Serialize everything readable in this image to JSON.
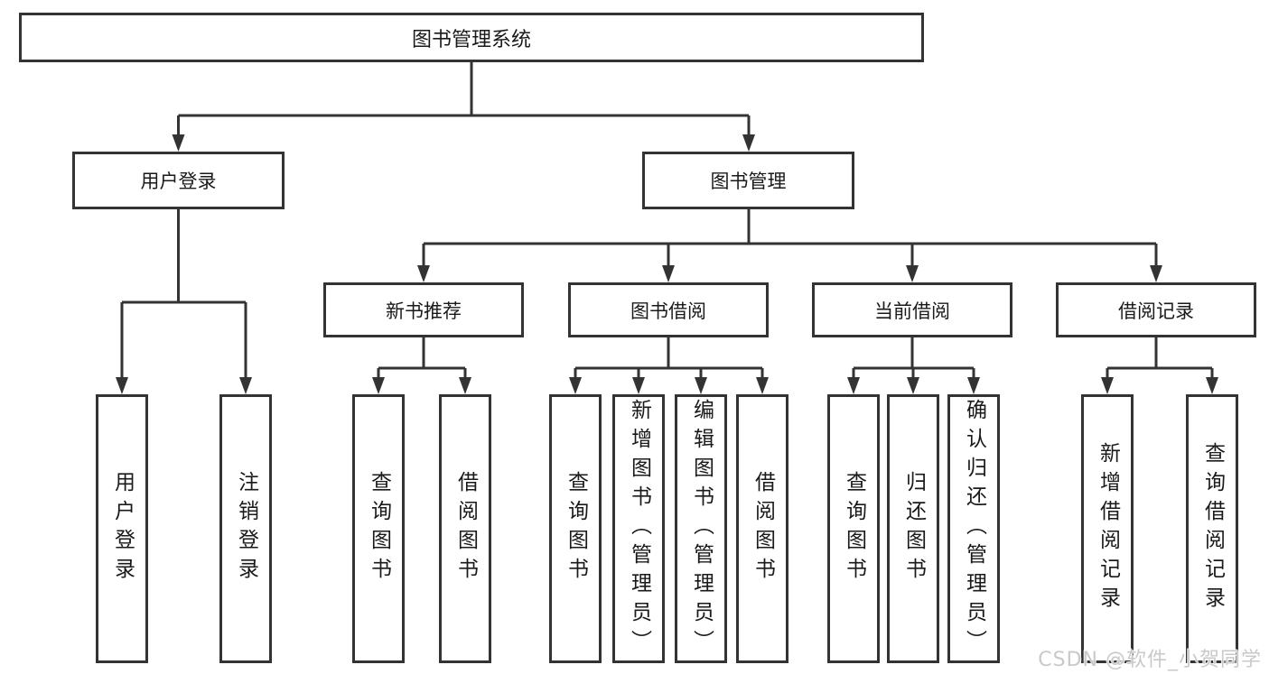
{
  "colors": {
    "background": "#ffffff",
    "line": "#333333",
    "box_border": "#333333",
    "text": "#1a1a1a",
    "watermark": "#c9c9c9"
  },
  "watermark": {
    "text": "CSDN @软件_小贺同学"
  },
  "tree": {
    "root": {
      "label": "图书管理系统"
    },
    "branches": [
      {
        "label": "用户登录",
        "children": [
          {
            "label": "用户登录"
          },
          {
            "label": "注销登录"
          }
        ]
      },
      {
        "label": "图书管理",
        "sections": [
          {
            "label": "新书推荐",
            "children": [
              {
                "label": "查询图书"
              },
              {
                "label": "借阅图书"
              }
            ]
          },
          {
            "label": "图书借阅",
            "children": [
              {
                "label": "查询图书"
              },
              {
                "label": "新增图书（管理员）"
              },
              {
                "label": "编辑图书（管理员）"
              },
              {
                "label": "借阅图书"
              }
            ]
          },
          {
            "label": "当前借阅",
            "children": [
              {
                "label": "查询图书"
              },
              {
                "label": "归还图书"
              },
              {
                "label": "确认归还（管理员）"
              }
            ]
          },
          {
            "label": "借阅记录",
            "children": [
              {
                "label": "新增借阅记录"
              },
              {
                "label": "查询借阅记录"
              }
            ]
          }
        ]
      }
    ]
  }
}
